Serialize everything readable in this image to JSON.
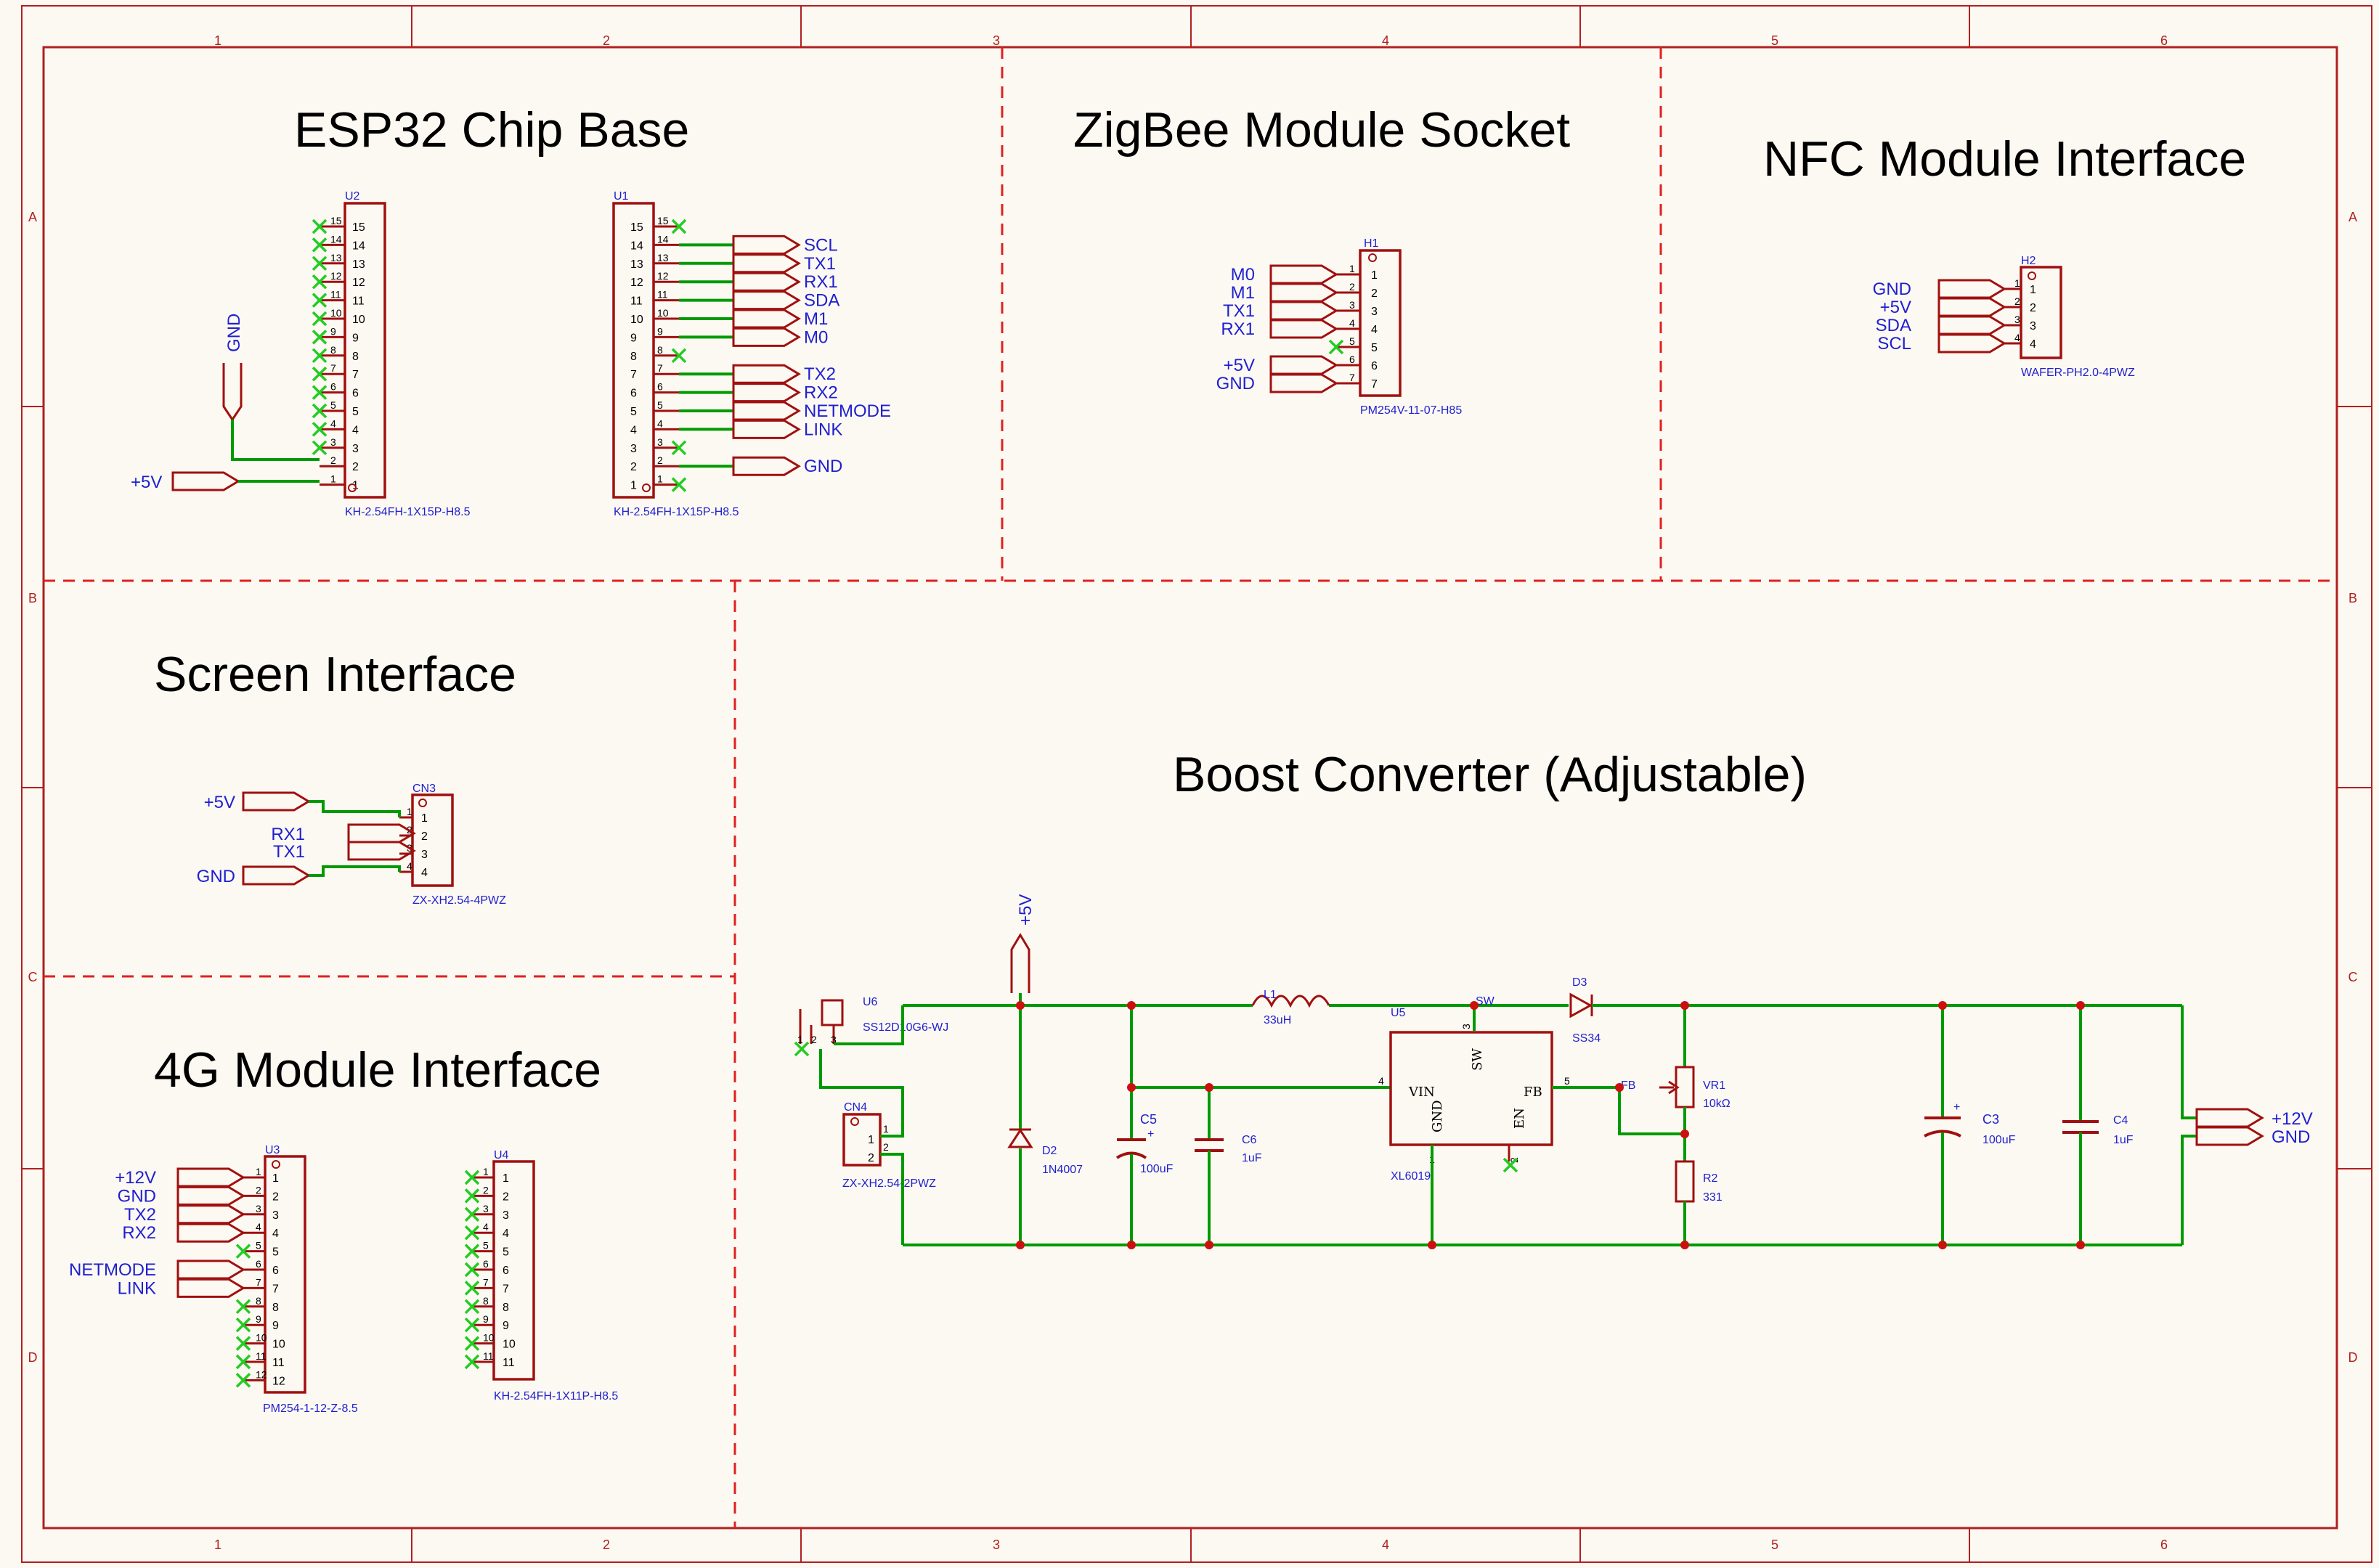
{
  "sections": {
    "esp32": "ESP32 Chip Base",
    "zigbee": "ZigBee Module Socket",
    "nfc": "NFC Module Interface",
    "screen": "Screen Interface",
    "boost": "Boost Converter (Adjustable)",
    "g4": "4G Module Interface"
  },
  "colors": {
    "wire": "#009a00",
    "part": "#a01010",
    "text": "#1f1fd0",
    "frame": "#b02020",
    "noconnect": "#22cc22",
    "paper": "#fcf9f2"
  },
  "border": {
    "cols": [
      "1",
      "2",
      "3",
      "4",
      "5",
      "6"
    ],
    "rows": [
      "A",
      "B",
      "C",
      "D"
    ]
  },
  "esp32": {
    "u2": {
      "ref": "U2",
      "footprint": "KH-2.54FH-1X15P-H8.5",
      "net_gnd": "GND",
      "net_5v": "+5V"
    },
    "u1": {
      "ref": "U1",
      "footprint": "KH-2.54FH-1X15P-H8.5",
      "nets": [
        "SCL",
        "TX1",
        "RX1",
        "SDA",
        "M1",
        "M0",
        "TX2",
        "RX2",
        "NETMODE",
        "LINK",
        "GND"
      ]
    }
  },
  "zigbee": {
    "ref": "H1",
    "footprint": "PM254V-11-07-H85",
    "nets": [
      "M0",
      "M1",
      "TX1",
      "RX1",
      "+5V",
      "GND"
    ]
  },
  "nfc": {
    "ref": "H2",
    "footprint": "WAFER-PH2.0-4PWZ",
    "nets": [
      "GND",
      "+5V",
      "SDA",
      "SCL"
    ]
  },
  "screen": {
    "ref": "CN3",
    "footprint": "ZX-XH2.54-4PWZ",
    "nets": [
      "+5V",
      "RX1",
      "TX1",
      "GND"
    ]
  },
  "g4": {
    "u3": {
      "ref": "U3",
      "footprint": "PM254-1-12-Z-8.5",
      "nets": [
        "+12V",
        "GND",
        "TX2",
        "RX2",
        "NETMODE",
        "LINK"
      ]
    },
    "u4": {
      "ref": "U4",
      "footprint": "KH-2.54FH-1X11P-H8.5"
    }
  },
  "boost": {
    "u6": {
      "ref": "U6",
      "part": "SS12D10G6-WJ"
    },
    "cn4": {
      "ref": "CN4",
      "part": "ZX-XH2.54-2PWZ"
    },
    "l1": {
      "ref": "L1",
      "value": "33uH"
    },
    "u5": {
      "ref": "U5",
      "part": "XL6019",
      "pins": {
        "vin": "VIN",
        "gnd": "GND",
        "en": "EN",
        "sw": "SW",
        "fb": "FB"
      },
      "net_sw": "SW",
      "net_fb": "FB"
    },
    "d2": {
      "ref": "D2",
      "value": "1N4007"
    },
    "d3": {
      "ref": "D3",
      "value": "SS34"
    },
    "c5": {
      "ref": "C5",
      "value": "100uF"
    },
    "c6": {
      "ref": "C6",
      "value": "1uF"
    },
    "vr1": {
      "ref": "VR1",
      "value": "10kΩ"
    },
    "r2": {
      "ref": "R2",
      "value": "331"
    },
    "c3": {
      "ref": "C3",
      "value": "100uF"
    },
    "c4": {
      "ref": "C4",
      "value": "1uF"
    },
    "net_in": "+5V",
    "net_out1": "+12V",
    "net_out2": "GND"
  }
}
